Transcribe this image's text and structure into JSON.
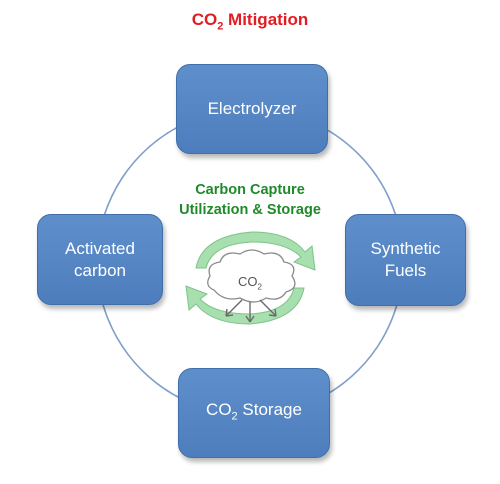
{
  "title": {
    "text": "CO",
    "sub": "2",
    "text_after": " Mitigation",
    "color": "#e11d23"
  },
  "center": {
    "line1": "Carbon Capture",
    "line2": "Utilization & Storage",
    "color": "#1f8a2a",
    "cloud_label": "CO",
    "cloud_label_sub": "2"
  },
  "nodes": {
    "top": {
      "label": "Electrolyzer"
    },
    "left": {
      "line1": "Activated",
      "line2": "carbon"
    },
    "right": {
      "line1": "Synthetic",
      "line2": "Fuels"
    },
    "bottom": {
      "text": "CO",
      "sub": "2",
      "text_after": " Storage"
    }
  },
  "colors": {
    "box_fill": "#5586c5",
    "ring": "#7f9fcb",
    "recycle_arrows": "#a7dfae",
    "cloud_outline": "#8a8a8a"
  }
}
